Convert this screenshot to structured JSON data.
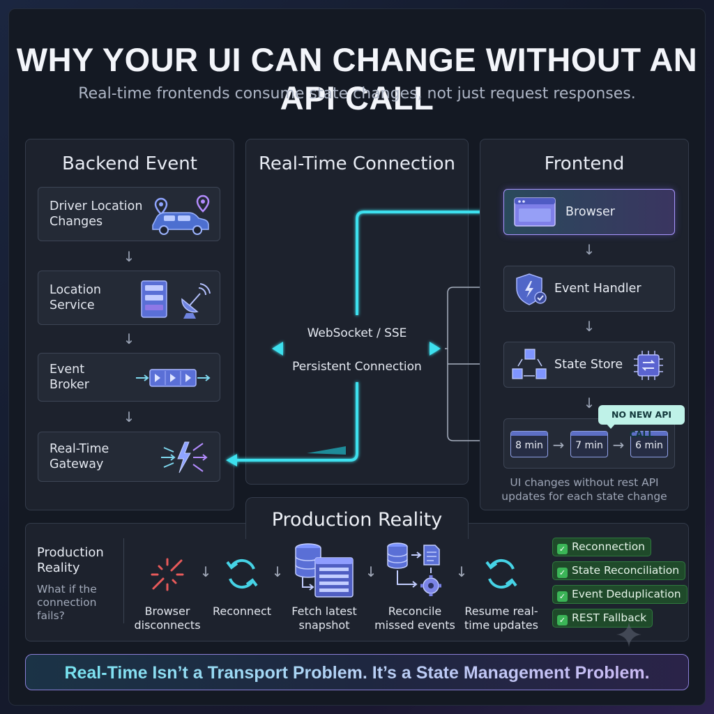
{
  "title": "WHY YOUR UI CAN CHANGE WITHOUT AN API CALL",
  "subtitle": "Real-time frontends consume state changes, not just request responses.",
  "backend": {
    "heading": "Backend Event",
    "cards": [
      {
        "label": "Driver Location\nChanges",
        "icon": "car-location-icon"
      },
      {
        "label": "Location\nService",
        "icon": "server-satellite-icon"
      },
      {
        "label": "Event\nBroker",
        "icon": "message-queue-icon"
      },
      {
        "label": "Real-Time\nGateway",
        "icon": "gateway-lightning-icon"
      }
    ]
  },
  "connection": {
    "heading": "Real-Time Connection",
    "protocol_label": "WebSocket / SSE",
    "persistent_label": "Persistent Connection"
  },
  "frontend": {
    "heading": "Frontend",
    "browser": "Browser",
    "event_handler": "Event Handler",
    "state_store": "State Store",
    "eta_values": [
      "8 min",
      "7 min",
      "6 min"
    ],
    "badge": "NO NEW API CALL",
    "note": "UI changes without rest API\nupdates for each state change"
  },
  "production": {
    "tab_title": "Production Reality",
    "heading": "Production\nReality",
    "question": "What if the\nconnection\nfails?",
    "steps": [
      {
        "label": "Browser\ndisconnects",
        "icon": "broken-link-icon"
      },
      {
        "label": "Reconnect",
        "icon": "refresh-icon"
      },
      {
        "label": "Fetch latest\nsnapshot",
        "icon": "database-table-icon"
      },
      {
        "label": "Reconcile\nmissed events",
        "icon": "reconcile-icon"
      },
      {
        "label": "Resume real-\ntime updates",
        "icon": "resume-refresh-icon"
      }
    ],
    "checklist": [
      "Reconnection",
      "State Reconciliation",
      "Event Deduplication",
      "REST Fallback"
    ]
  },
  "footer": "Real-Time Isn’t a Transport Problem. It’s a State Management Problem.",
  "colors": {
    "connection_cyan": "#3ee0ee",
    "accent_purple": "#8b7fd8",
    "check_green": "#3bb557"
  }
}
